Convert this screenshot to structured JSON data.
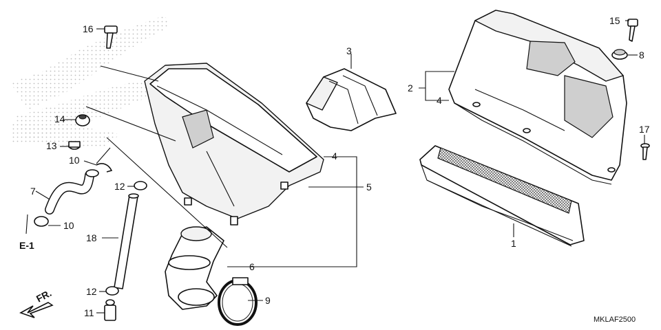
{
  "callouts": {
    "c1": "1",
    "c2": "2",
    "c3": "3",
    "c4a": "4",
    "c4b": "4",
    "c5": "5",
    "c6": "6",
    "c7": "7",
    "c8": "8",
    "c9": "9",
    "c10a": "10",
    "c10b": "10",
    "c11": "11",
    "c12a": "12",
    "c12b": "12",
    "c13": "13",
    "c14": "14",
    "c15": "15",
    "c16": "16",
    "c17": "17",
    "c18": "18"
  },
  "reference": {
    "label": "E-1"
  },
  "direction": {
    "label": "FR."
  },
  "diagram_code": "MKLAF2500",
  "colors": {
    "line": "#111111",
    "background": "#ffffff",
    "watermark": "#bdbdbd"
  }
}
